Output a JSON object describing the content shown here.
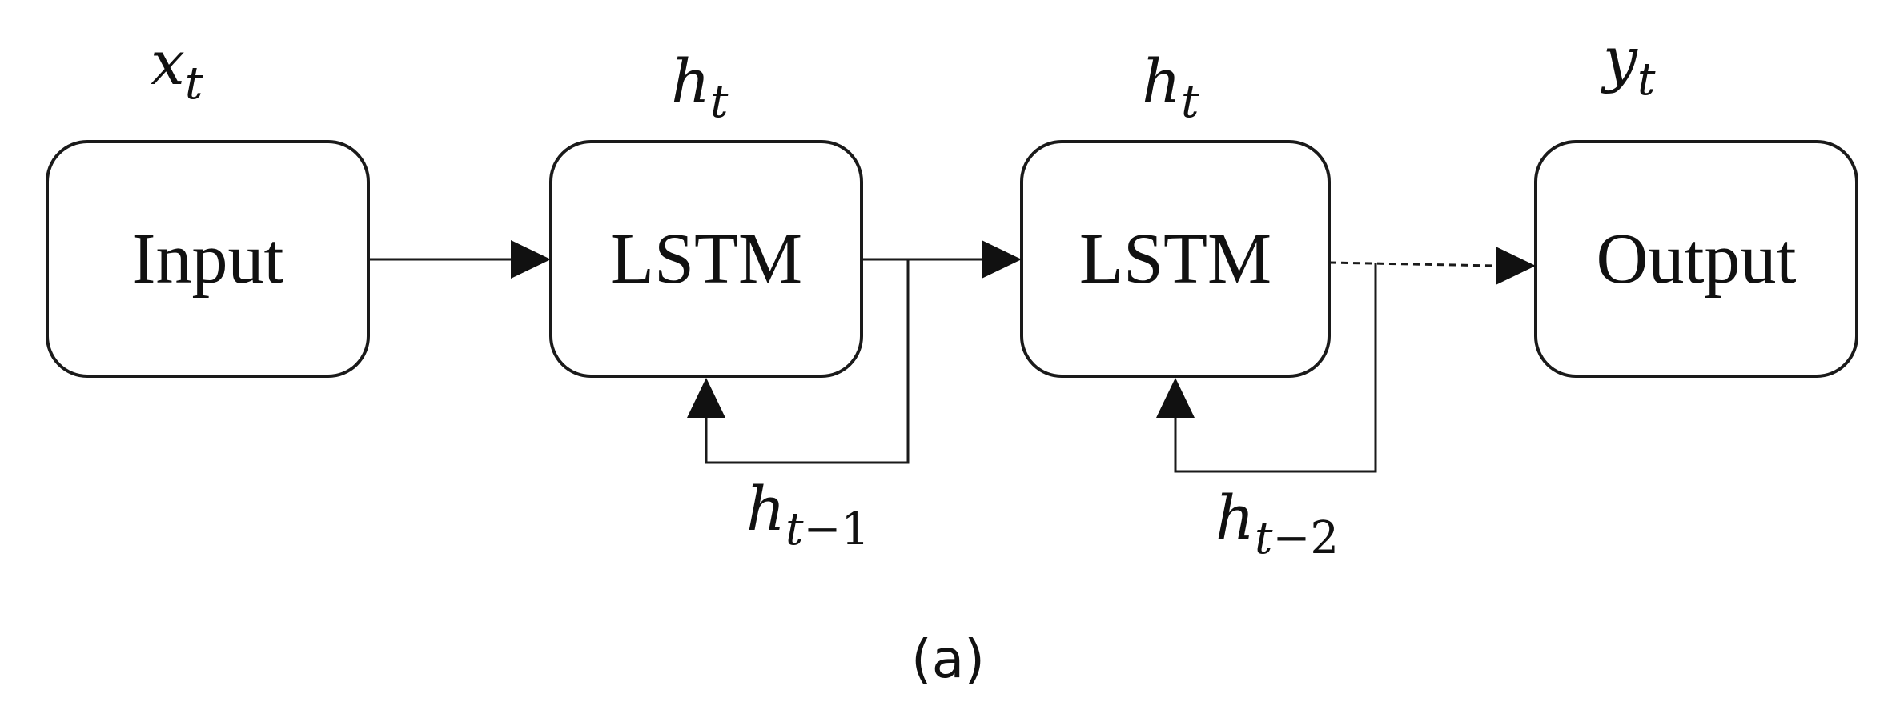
{
  "boxes": {
    "input": "Input",
    "lstm1": "LSTM",
    "lstm2": "LSTM",
    "output": "Output"
  },
  "labels": {
    "x_t": {
      "base": "x",
      "sub": "t"
    },
    "h_t_1": {
      "base": "h",
      "sub": "t"
    },
    "h_t_2": {
      "base": "h",
      "sub": "t"
    },
    "y_t": {
      "base": "y",
      "sub": "t"
    },
    "h_tminus1": {
      "base": "h",
      "sub_var": "t",
      "sub_rest": "−1"
    },
    "h_tminus2": {
      "base": "h",
      "sub_var": "t",
      "sub_rest": "−2"
    }
  },
  "caption": "(a)"
}
